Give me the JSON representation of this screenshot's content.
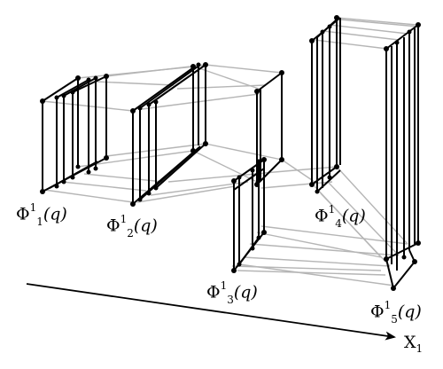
{
  "labels": [
    {
      "symbol": "Φ",
      "sup": "1",
      "sub": "1",
      "arg": "(q)"
    },
    {
      "symbol": "Φ",
      "sup": "1",
      "sub": "2",
      "arg": "(q)"
    },
    {
      "symbol": "Φ",
      "sup": "1",
      "sub": "3",
      "arg": "(q)"
    },
    {
      "symbol": "Φ",
      "sup": "1",
      "sub": "4",
      "arg": "(q)"
    },
    {
      "symbol": "Φ",
      "sup": "1",
      "sub": "5",
      "arg": "(q)"
    }
  ],
  "axis": {
    "name": "X",
    "sub": "1"
  }
}
